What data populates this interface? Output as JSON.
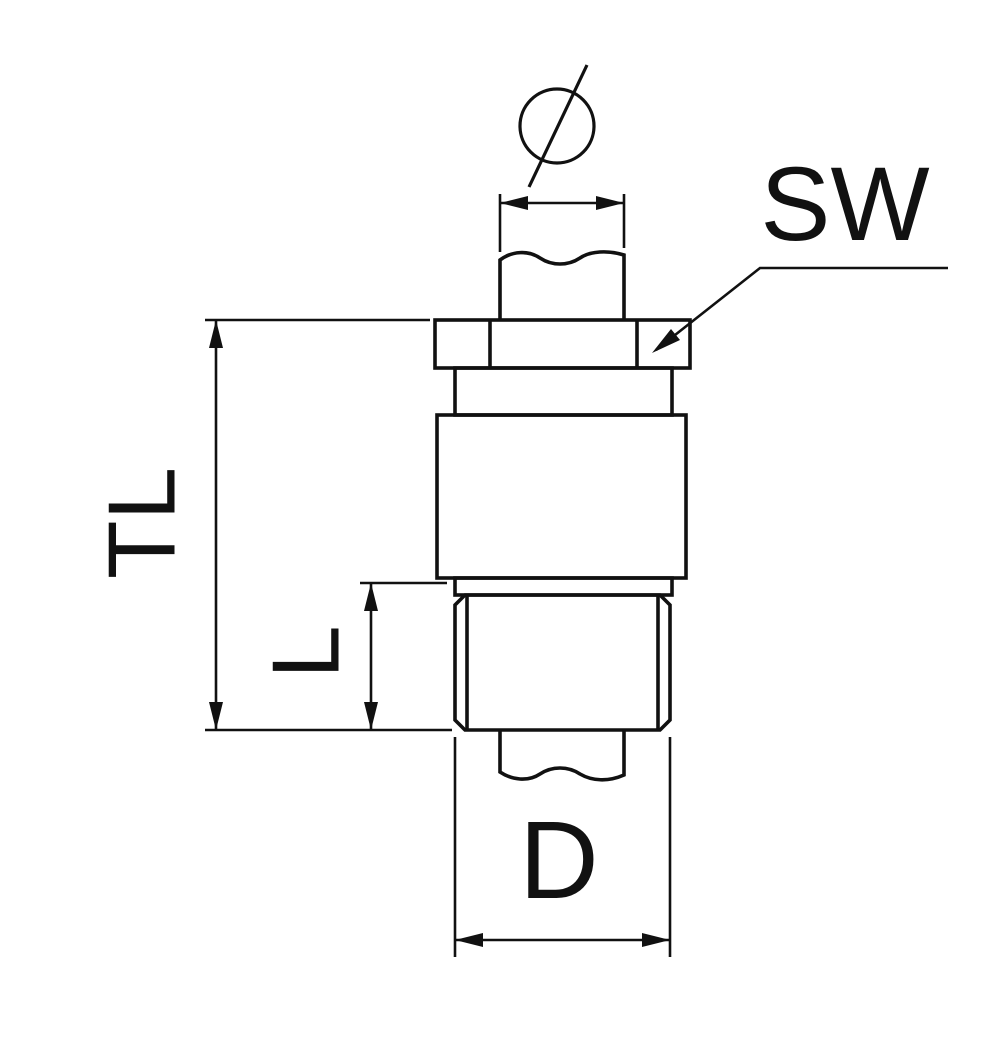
{
  "labels": {
    "total_length": "TL",
    "thread_length": "L",
    "body_diameter": "D",
    "wrench_size": "SW",
    "cable_diameter_symbol": "Ø"
  },
  "colors": {
    "line": "#111111",
    "background": "#ffffff"
  }
}
